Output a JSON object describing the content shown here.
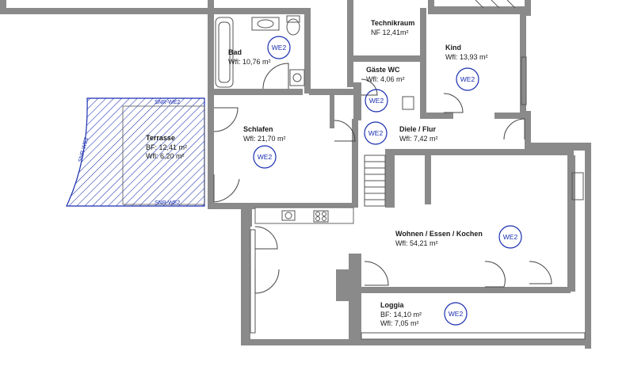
{
  "rooms": [
    {
      "id": "bad",
      "name": "Bad",
      "area": "Wfl: 10,76 m²"
    },
    {
      "id": "technikraum",
      "name": "Technikraum",
      "area": "NF 12,41m²"
    },
    {
      "id": "kind",
      "name": "Kind",
      "area": "Wfl: 13,93 m²"
    },
    {
      "id": "gaeste-wc",
      "name": "Gäste WC",
      "area": "Wfl: 4,06 m²"
    },
    {
      "id": "schlafen",
      "name": "Schlafen",
      "area": "Wfl: 21,70 m²"
    },
    {
      "id": "diele",
      "name": "Diele / Flur",
      "area": "Wfl: 7,42 m²"
    },
    {
      "id": "terrasse",
      "name": "Terrasse",
      "area_bf": "BF:  12,41 m²",
      "area_wfl": "Wfl:   6,20 m²"
    },
    {
      "id": "wohnen",
      "name": "Wohnen / Essen / Kochen",
      "area": "Wfl: 54,21 m²"
    },
    {
      "id": "loggia",
      "name": "Loggia",
      "area_bf": "BF:  14,10 m²",
      "area_wfl": "Wfl:  7,05 m²"
    }
  ],
  "unit_tag": "WE2",
  "sns_label": "SNR-WE2",
  "colors": {
    "unit": "#1a2fb0",
    "wall": "#8a8a8a",
    "hatch": "#1a2fb0"
  }
}
